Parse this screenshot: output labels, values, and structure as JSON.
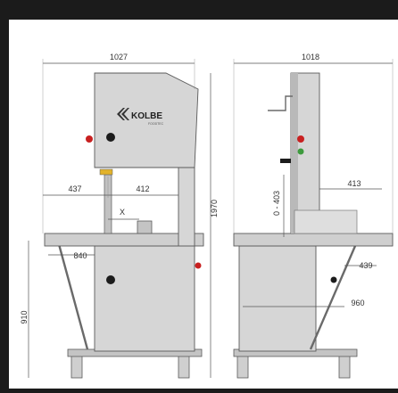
{
  "brand": {
    "name": "KOLBE",
    "tagline": "FOODTEC"
  },
  "front_view": {
    "width": "1027",
    "left_reach": "437",
    "right_reach": "412",
    "cut_label": "X",
    "table_depth": "840",
    "height": "1970",
    "table_height": "910"
  },
  "side_view": {
    "width": "1018",
    "guide_range": "0 - 403",
    "throat": "413",
    "table_offset": "439",
    "base_height": "960"
  },
  "colors": {
    "background": "#1b1b1b",
    "sheet": "#ffffff",
    "machine": "#d6d6d6",
    "machine_shade": "#b9b9b9",
    "outline": "#5a5a5a",
    "dimension": "#555555",
    "red_knob": "#c82020",
    "green_button": "#3d9a3d",
    "yellow": "#e2b22a"
  }
}
